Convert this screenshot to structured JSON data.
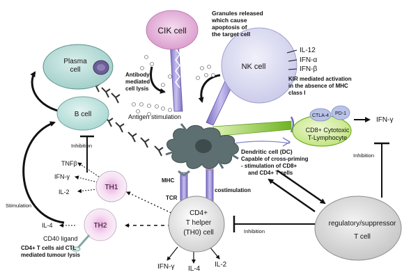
{
  "cells": {
    "cik": "CIK  cell",
    "nk": "NK cell",
    "plasma_line1": "Plasma",
    "plasma_line2": "cell",
    "b_cell": "B cell",
    "th1": "TH1",
    "th2": "TH2",
    "th0_line1": "CD4+",
    "th0_line2": "T helper",
    "th0_line3": "(TH0) cell",
    "cd8_line1": "CD8+ Cytotoxic",
    "cd8_line2": "T-Lymphocyte",
    "ctla4": "CTLA-4",
    "pd1": "PD-1",
    "treg_line1": "regulatory/suppressor",
    "treg_line2": "T cell"
  },
  "labels": {
    "granules_1": "Granules released",
    "granules_2": "which cause",
    "granules_3": "apoptosis of",
    "granules_4": "the target cell",
    "il12": "IL-12",
    "ifna": "IFN-α",
    "ifnb": "IFN-β",
    "kir_1": "KIR mediated activation",
    "kir_2": "in the absence of MHC",
    "kir_3": "class I",
    "antibody_1": "Antibody",
    "antibody_2": "mediated",
    "antibody_3": "cell lysis",
    "antigen": "Antigen stimulation",
    "inhibition_b": "Inhibition",
    "tnfb": "TNFβ",
    "ifng_th1": "IFN-γ",
    "il2_th1": "IL-2",
    "il4_th2": "IL-4",
    "stimulation": "Stimulation",
    "cd40": "CD40 ligand",
    "cd4_aid_1": "CD4+ T cells aid CTL",
    "cd4_aid_2": "mediated tumour lysis",
    "mhc": "MHC",
    "tcr": "TCR",
    "costim": "costimulation",
    "dc_1": "Dendritic cell (DC)",
    "dc_2": "Capable of cross-priming",
    "dc_3": "- stimulation of CD8+",
    "dc_4": "and CD4+ T cells",
    "ifng_cd8": "IFN-γ",
    "inhibition_cd8": "Inhibition",
    "inhibition_th0": "Inhibition",
    "ifng_bottom": "IFN-γ",
    "il4_bottom": "IL-4",
    "il2_bottom": "IL-2"
  },
  "colors": {
    "cik_fill": "#e7b6dc",
    "nk_fill": "#dcdcf3",
    "plasma_fill": "#bfe0dc",
    "plasma_nucleus": "#6b5f95",
    "b_cell_fill": "#c7e6e2",
    "th_fill": "#f7e6f5",
    "th_center": "#e29bd8",
    "th0_fill": "#eeeeee",
    "treg_fill": "#e1e1e1",
    "dc_fill": "#5e6f72",
    "receptor_purple": "#9b8fd6",
    "cd8_green": "#7fc32e",
    "cd8_fill": "#d8f0a6",
    "badge_fill": "#b9c3e8"
  }
}
